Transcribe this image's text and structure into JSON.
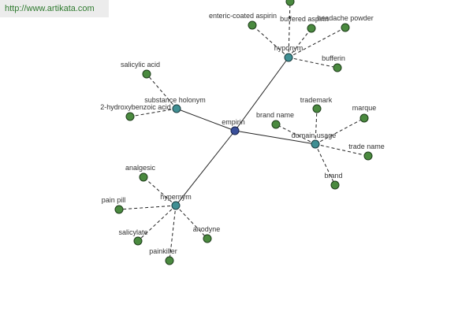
{
  "header": {
    "url": "http://www.artikata.com"
  },
  "graph": {
    "root": {
      "id": "root",
      "label": "empirin"
    },
    "hubs": [
      {
        "id": "hyponym",
        "label": "hyponym"
      },
      {
        "id": "holonym",
        "label": "substance holonym"
      },
      {
        "id": "domain",
        "label": "domain usage"
      },
      {
        "id": "hypernym",
        "label": "hypernym"
      }
    ],
    "leaves": [
      {
        "hub": "hyponym",
        "label": "enteric-coated aspirin"
      },
      {
        "hub": "hyponym",
        "label": "buffered aspirin"
      },
      {
        "hub": "hyponym",
        "label": "headache powder"
      },
      {
        "hub": "hyponym",
        "label": "bufferin"
      },
      {
        "hub": "hyponym",
        "label": ""
      },
      {
        "hub": "holonym",
        "label": "salicylic acid"
      },
      {
        "hub": "holonym",
        "label": "2-hydroxybenzoic acid"
      },
      {
        "hub": "domain",
        "label": "brand name"
      },
      {
        "hub": "domain",
        "label": "trademark"
      },
      {
        "hub": "domain",
        "label": "marque"
      },
      {
        "hub": "domain",
        "label": "trade name"
      },
      {
        "hub": "domain",
        "label": "brand"
      },
      {
        "hub": "hypernym",
        "label": "analgesic"
      },
      {
        "hub": "hypernym",
        "label": "pain pill"
      },
      {
        "hub": "hypernym",
        "label": "salicylate"
      },
      {
        "hub": "hypernym",
        "label": "anodyne"
      },
      {
        "hub": "hypernym",
        "label": "painkiller"
      }
    ]
  }
}
